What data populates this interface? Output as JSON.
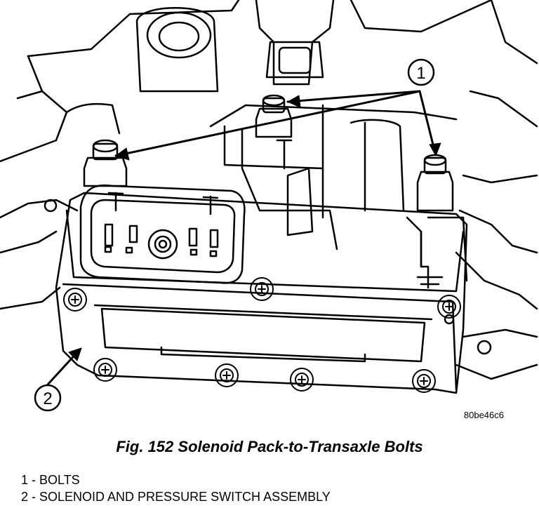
{
  "figure": {
    "image_code": "80be46c6",
    "caption": "Fig. 152 Solenoid Pack-to-Transaxle Bolts"
  },
  "callouts": [
    {
      "number": "1"
    },
    {
      "number": "2"
    }
  ],
  "legend": [
    {
      "text": "1 - BOLTS"
    },
    {
      "text": "2 - SOLENOID AND PRESSURE SWITCH ASSEMBLY"
    }
  ]
}
